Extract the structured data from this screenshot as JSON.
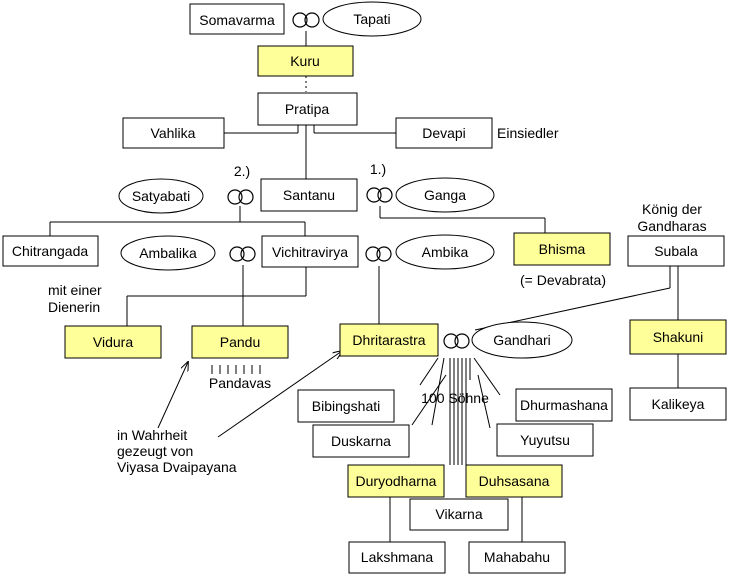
{
  "people": {
    "somavarma": "Somavarma",
    "tapati": "Tapati",
    "kuru": "Kuru",
    "pratipa": "Pratipa",
    "vahlika": "Vahlika",
    "devapi": "Devapi",
    "satyabati": "Satyabati",
    "santanu": "Santanu",
    "ganga": "Ganga",
    "chitrangada": "Chitrangada",
    "ambalika": "Ambalika",
    "vichitravirya": "Vichitravirya",
    "ambika": "Ambika",
    "bhisma": "Bhisma",
    "subala": "Subala",
    "vidura": "Vidura",
    "pandu": "Pandu",
    "dhritarastra": "Dhritarastra",
    "gandhari": "Gandhari",
    "shakuni": "Shakuni",
    "bibingshati": "Bibingshati",
    "dhurmashana": "Dhurmashana",
    "duskarna": "Duskarna",
    "yuyutsu": "Yuyutsu",
    "kalikeya": "Kalikeya",
    "duryodharna": "Duryodharna",
    "duhsasana": "Duhsasana",
    "vikarna": "Vikarna",
    "lakshmana": "Lakshmana",
    "mahabahu": "Mahabahu"
  },
  "labels": {
    "einsiedler": "Einsiedler",
    "marriage_2": "2.)",
    "marriage_1": "1.)",
    "koenig_der_l1": "König der",
    "koenig_der_l2": "Gandharas",
    "devabrata": "(= Devabrata)",
    "diener_l1": "mit einer",
    "diener_l2": "Dienerin",
    "pandavas": "Pandavas",
    "hundert_soehne": "100 Söhne",
    "wahrheit_l1": "in Wahrheit",
    "wahrheit_l2": "gezeugt  von",
    "wahrheit_l3": "Viyasa Dvaipayana"
  }
}
